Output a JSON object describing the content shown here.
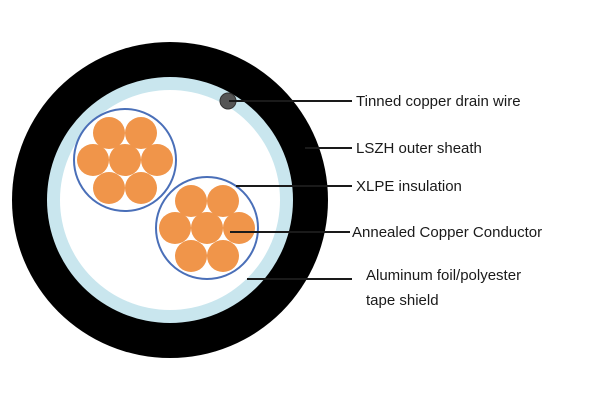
{
  "colors": {
    "outer_sheath": "#000000",
    "shield": "#c9e6ee",
    "core_fill": "#ffffff",
    "insulation_ring": "#4a6fb8",
    "conductor_strand": "#f0954a",
    "drain_wire": "#555555",
    "leader_line": "#1a1a1a"
  },
  "labels": {
    "drain_wire": "Tinned copper drain wire",
    "outer_sheath": "LSZH outer sheath",
    "insulation": "XLPE insulation",
    "conductor": "Annealed Copper Conductor",
    "shield_line1": "Aluminum foil/polyester",
    "shield_line2": "tape shield"
  }
}
